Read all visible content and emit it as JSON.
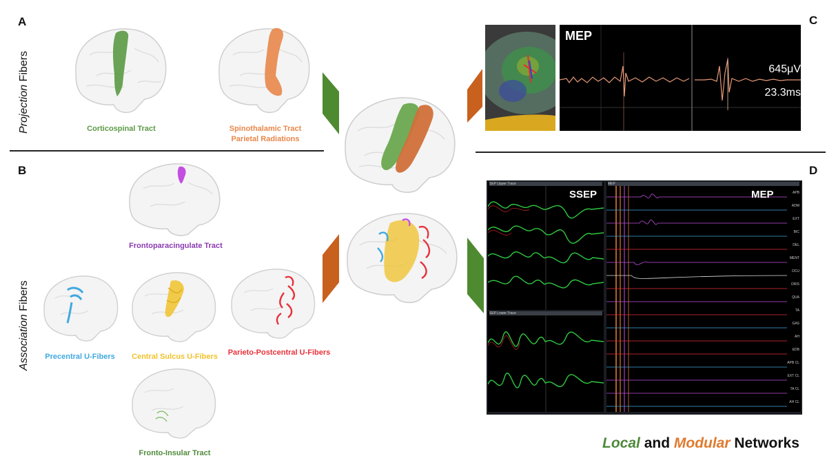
{
  "panels": {
    "a_letter": "A",
    "b_letter": "B",
    "c_letter": "C",
    "d_letter": "D"
  },
  "side_labels": {
    "projection_italic": "Projection",
    "projection_rest": " Fibers",
    "association_italic": "Association",
    "association_rest": " Fibers"
  },
  "tracts": {
    "corticospinal": {
      "label": "Corticospinal Tract",
      "color": "#5b9a45"
    },
    "spinothalamic": {
      "label_line1": "Spinothalamic Tract",
      "label_line2": "Parietal Radiations",
      "color": "#e8874a"
    },
    "frontoparacingulate": {
      "label": "Frontoparacingulate Tract",
      "color": "#8b3bb0"
    },
    "precentral": {
      "label": "Precentral U-Fibers",
      "color": "#3fa9e0"
    },
    "central_sulcus": {
      "label": "Central Sulcus U-Fibers",
      "color": "#f0c22a"
    },
    "parieto_postcentral": {
      "label": "Parieto-Postcentral U-Fibers",
      "color": "#e8303a"
    },
    "fronto_insular": {
      "label": "Fronto-Insular Tract",
      "color": "#4e8a3a"
    }
  },
  "panel_c": {
    "title": "MEP",
    "amplitude": "645μV",
    "latency": "23.3ms"
  },
  "panel_d": {
    "ssep_title": "SSEP",
    "mep_title": "MEP",
    "upper_header": "SEP Upper Trace",
    "lower_header": "SEP Lower Trace",
    "mep_header": "MEP",
    "muscle_labels": [
      "APB",
      "ADM",
      "EXT",
      "BIC",
      "DEL",
      "MENT",
      "OCU",
      "ORIS",
      "QUA",
      "TA",
      "GAS",
      "AH",
      "EDB",
      "APB CL",
      "EXT CL",
      "TA CL",
      "AH CL"
    ]
  },
  "footer": {
    "local": "Local",
    "and": " and ",
    "modular": "Modular",
    "networks": " Networks",
    "local_color": "#4e8a3a",
    "modular_color": "#e07a2e"
  },
  "colors": {
    "green_arrow": "#4e8a30",
    "orange_arrow": "#c8601e"
  }
}
